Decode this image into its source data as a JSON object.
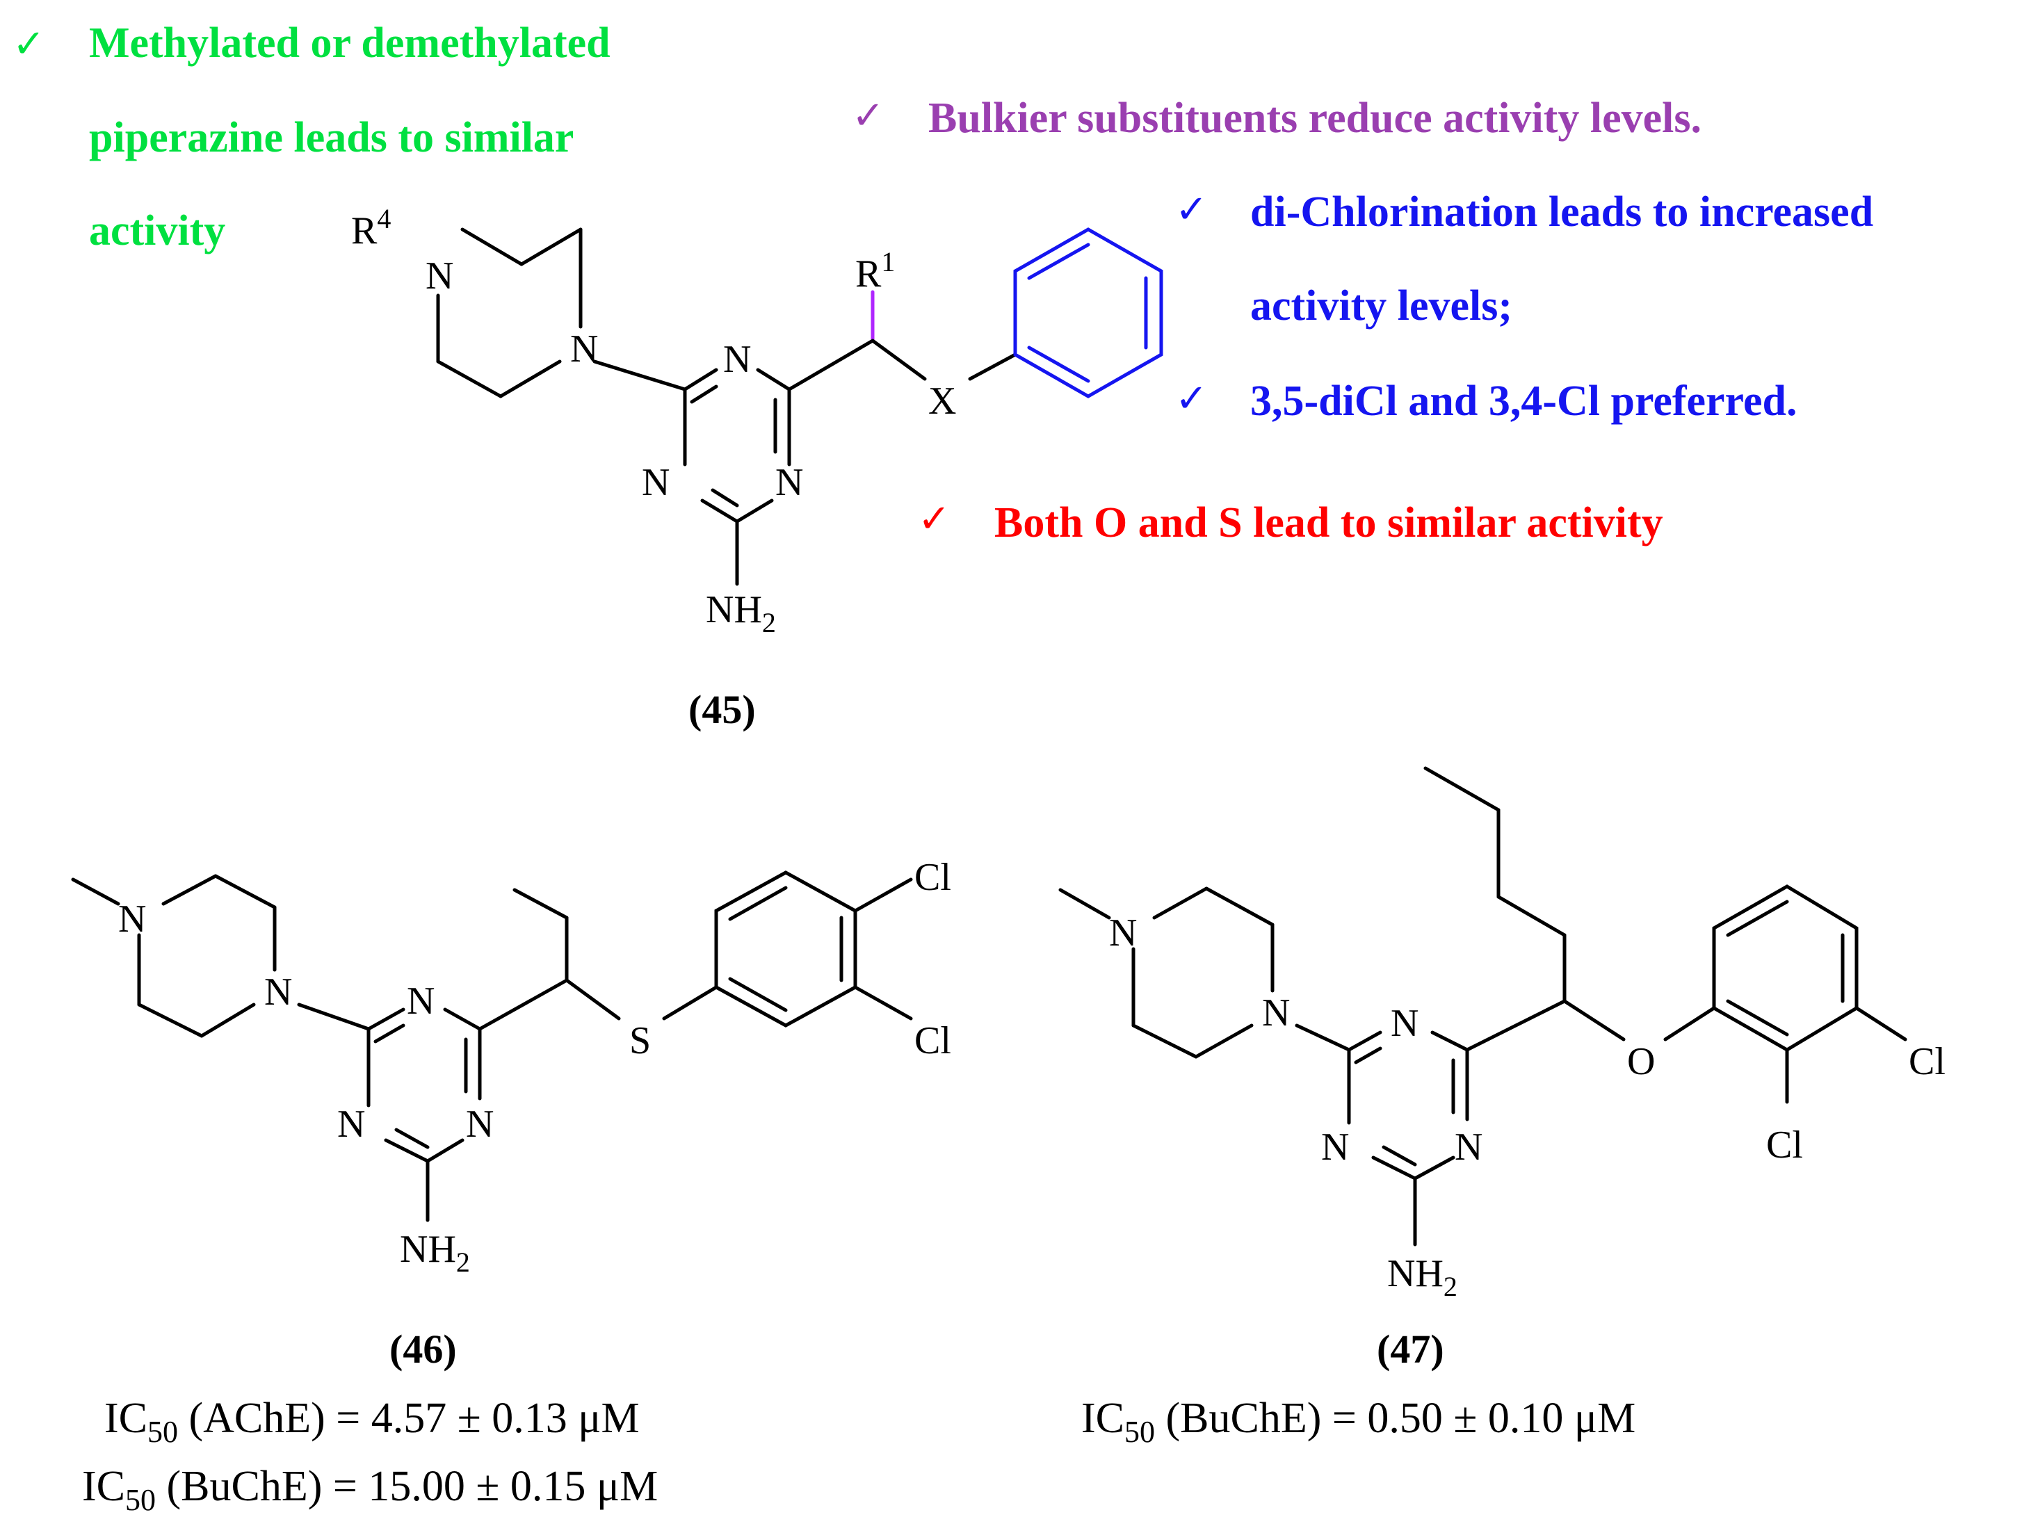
{
  "colors": {
    "green": "#00e040",
    "purple": "#9a3fb0",
    "blue": "#1515f0",
    "red": "#ff0000",
    "violet": "#b026ff",
    "black": "#000000"
  },
  "icons": {
    "check": "check-mark-icon"
  },
  "notes": {
    "green_line1": "Methylated or demethylated",
    "green_line2": "piperazine leads to similar",
    "green_line3": "activity",
    "purple": "Bulkier substituents reduce activity levels.",
    "blue1_line1": "di-Chlorination leads to increased",
    "blue1_line2": "activity levels;",
    "blue2": "3,5-diCl and 3,4-Cl preferred.",
    "red": "Both O and S lead to similar activity"
  },
  "check_glyph": "✓",
  "atoms": {
    "N": "N",
    "R": "R",
    "R4_sup": "4",
    "R1_sup": "1",
    "X": "X",
    "S": "S",
    "O": "O",
    "Cl": "Cl",
    "NH": "NH",
    "sub2": "2"
  },
  "compounds": {
    "c45": {
      "label": "(45)"
    },
    "c46": {
      "label": "(46)",
      "ic1_prefix": "IC",
      "ic1_sub": "50",
      "ic1_rest": " (AChE) = 4.57 ± 0.13 μM",
      "ic2_prefix": "IC",
      "ic2_sub": "50",
      "ic2_rest": " (BuChE) = 15.00 ± 0.15 μM"
    },
    "c47": {
      "label": "(47)",
      "ic1_prefix": "IC",
      "ic1_sub": "50",
      "ic1_rest": " (BuChE) = 0.50 ± 0.10 μM"
    }
  }
}
